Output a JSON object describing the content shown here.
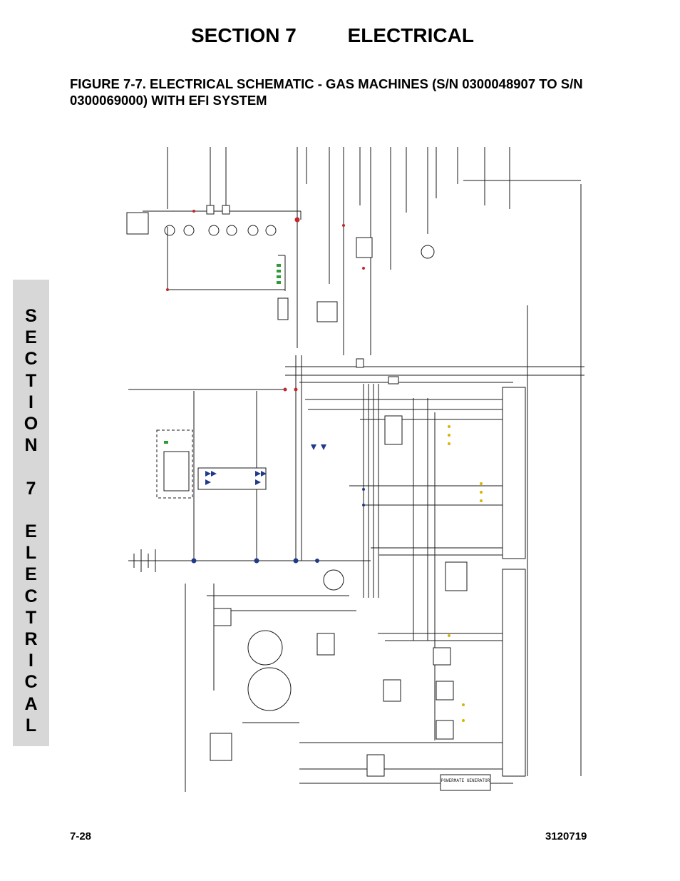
{
  "header": {
    "section": "SECTION 7",
    "title": "ELECTRICAL"
  },
  "figure": {
    "title": "FIGURE 7-7. ELECTRICAL SCHEMATIC - GAS MACHINES (S/N 0300048907 TO S/N 0300069000) WITH EFI SYSTEM"
  },
  "side_tab": {
    "letters": [
      "S",
      "E",
      "C",
      "T",
      "I",
      "O",
      "N",
      "",
      "7",
      "",
      "E",
      "L",
      "E",
      "C",
      "T",
      "R",
      "I",
      "C",
      "A",
      "L"
    ]
  },
  "schematic": {
    "generator_label": "POWERMATE GENERATOR"
  },
  "footer": {
    "page_number": "7-28",
    "doc_number": "3120719"
  },
  "colors": {
    "tab_background": "#d7d7d7",
    "wire": "#1a1a1a",
    "junction_red": "#c0282d",
    "junction_blue": "#1f3a8a",
    "diode_green": "#2e9b3a",
    "connector_yellow": "#d8b400"
  }
}
